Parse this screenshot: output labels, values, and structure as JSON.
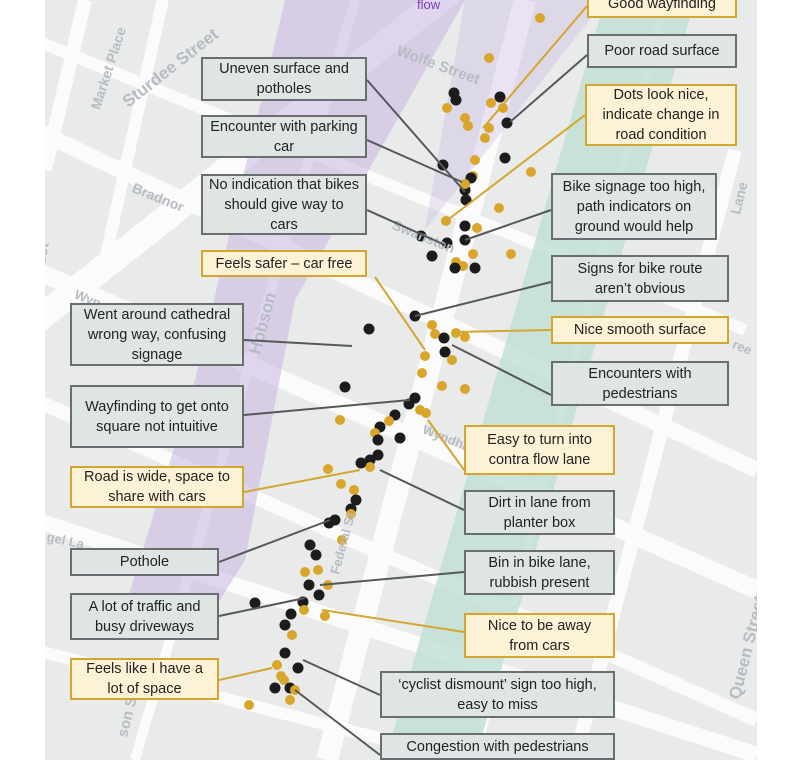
{
  "map": {
    "street_labels": [
      "Sturdee Street",
      "Market Place",
      "Wolfe Street",
      "Bradnor",
      "Swanston",
      "Hobson",
      "Wyn",
      "Wyndham",
      "Federal St",
      "Queen Street",
      "Lane",
      "ree",
      "gel La",
      "eet",
      "son S",
      "flow"
    ]
  },
  "legend_colors": {
    "negative": "#1c1c1c",
    "positive": "#d9a52b",
    "gray_note": "#dfe4e4",
    "yellow_note": "#fdf2d5"
  },
  "notes": [
    {
      "text": "Good wayfinding",
      "type": "positive"
    },
    {
      "text": "Poor road surface",
      "type": "negative"
    },
    {
      "text": "Dots look nice, indicate change in road condition",
      "type": "positive"
    },
    {
      "text": "Uneven surface and potholes",
      "type": "negative"
    },
    {
      "text": "Encounter with parking car",
      "type": "negative"
    },
    {
      "text": "No indication that bikes should give way to cars",
      "type": "negative"
    },
    {
      "text": "Bike signage too high, path indicators on ground would help",
      "type": "negative"
    },
    {
      "text": "Feels safer – car free",
      "type": "positive"
    },
    {
      "text": "Signs for bike route aren’t obvious",
      "type": "negative"
    },
    {
      "text": "Went around cathedral wrong way, confusing signage",
      "type": "negative"
    },
    {
      "text": "Nice smooth surface",
      "type": "positive"
    },
    {
      "text": "Encounters with pedestrians",
      "type": "negative"
    },
    {
      "text": "Wayfinding to get onto square not intuitive",
      "type": "negative"
    },
    {
      "text": "Easy to turn into contra flow lane",
      "type": "positive"
    },
    {
      "text": "Road is wide, space to share with cars",
      "type": "positive"
    },
    {
      "text": "Dirt in lane from planter box",
      "type": "negative"
    },
    {
      "text": "Pothole",
      "type": "negative"
    },
    {
      "text": "Bin in bike lane, rubbish present",
      "type": "negative"
    },
    {
      "text": "A lot of traffic and busy driveways",
      "type": "negative"
    },
    {
      "text": "Nice to be away from cars",
      "type": "positive"
    },
    {
      "text": "Feels like I have a lot of space",
      "type": "positive"
    },
    {
      "text": "‘cyclist dismount’ sign too high, easy to miss",
      "type": "negative"
    },
    {
      "text": "Congestion with pedestrians",
      "type": "negative"
    }
  ]
}
